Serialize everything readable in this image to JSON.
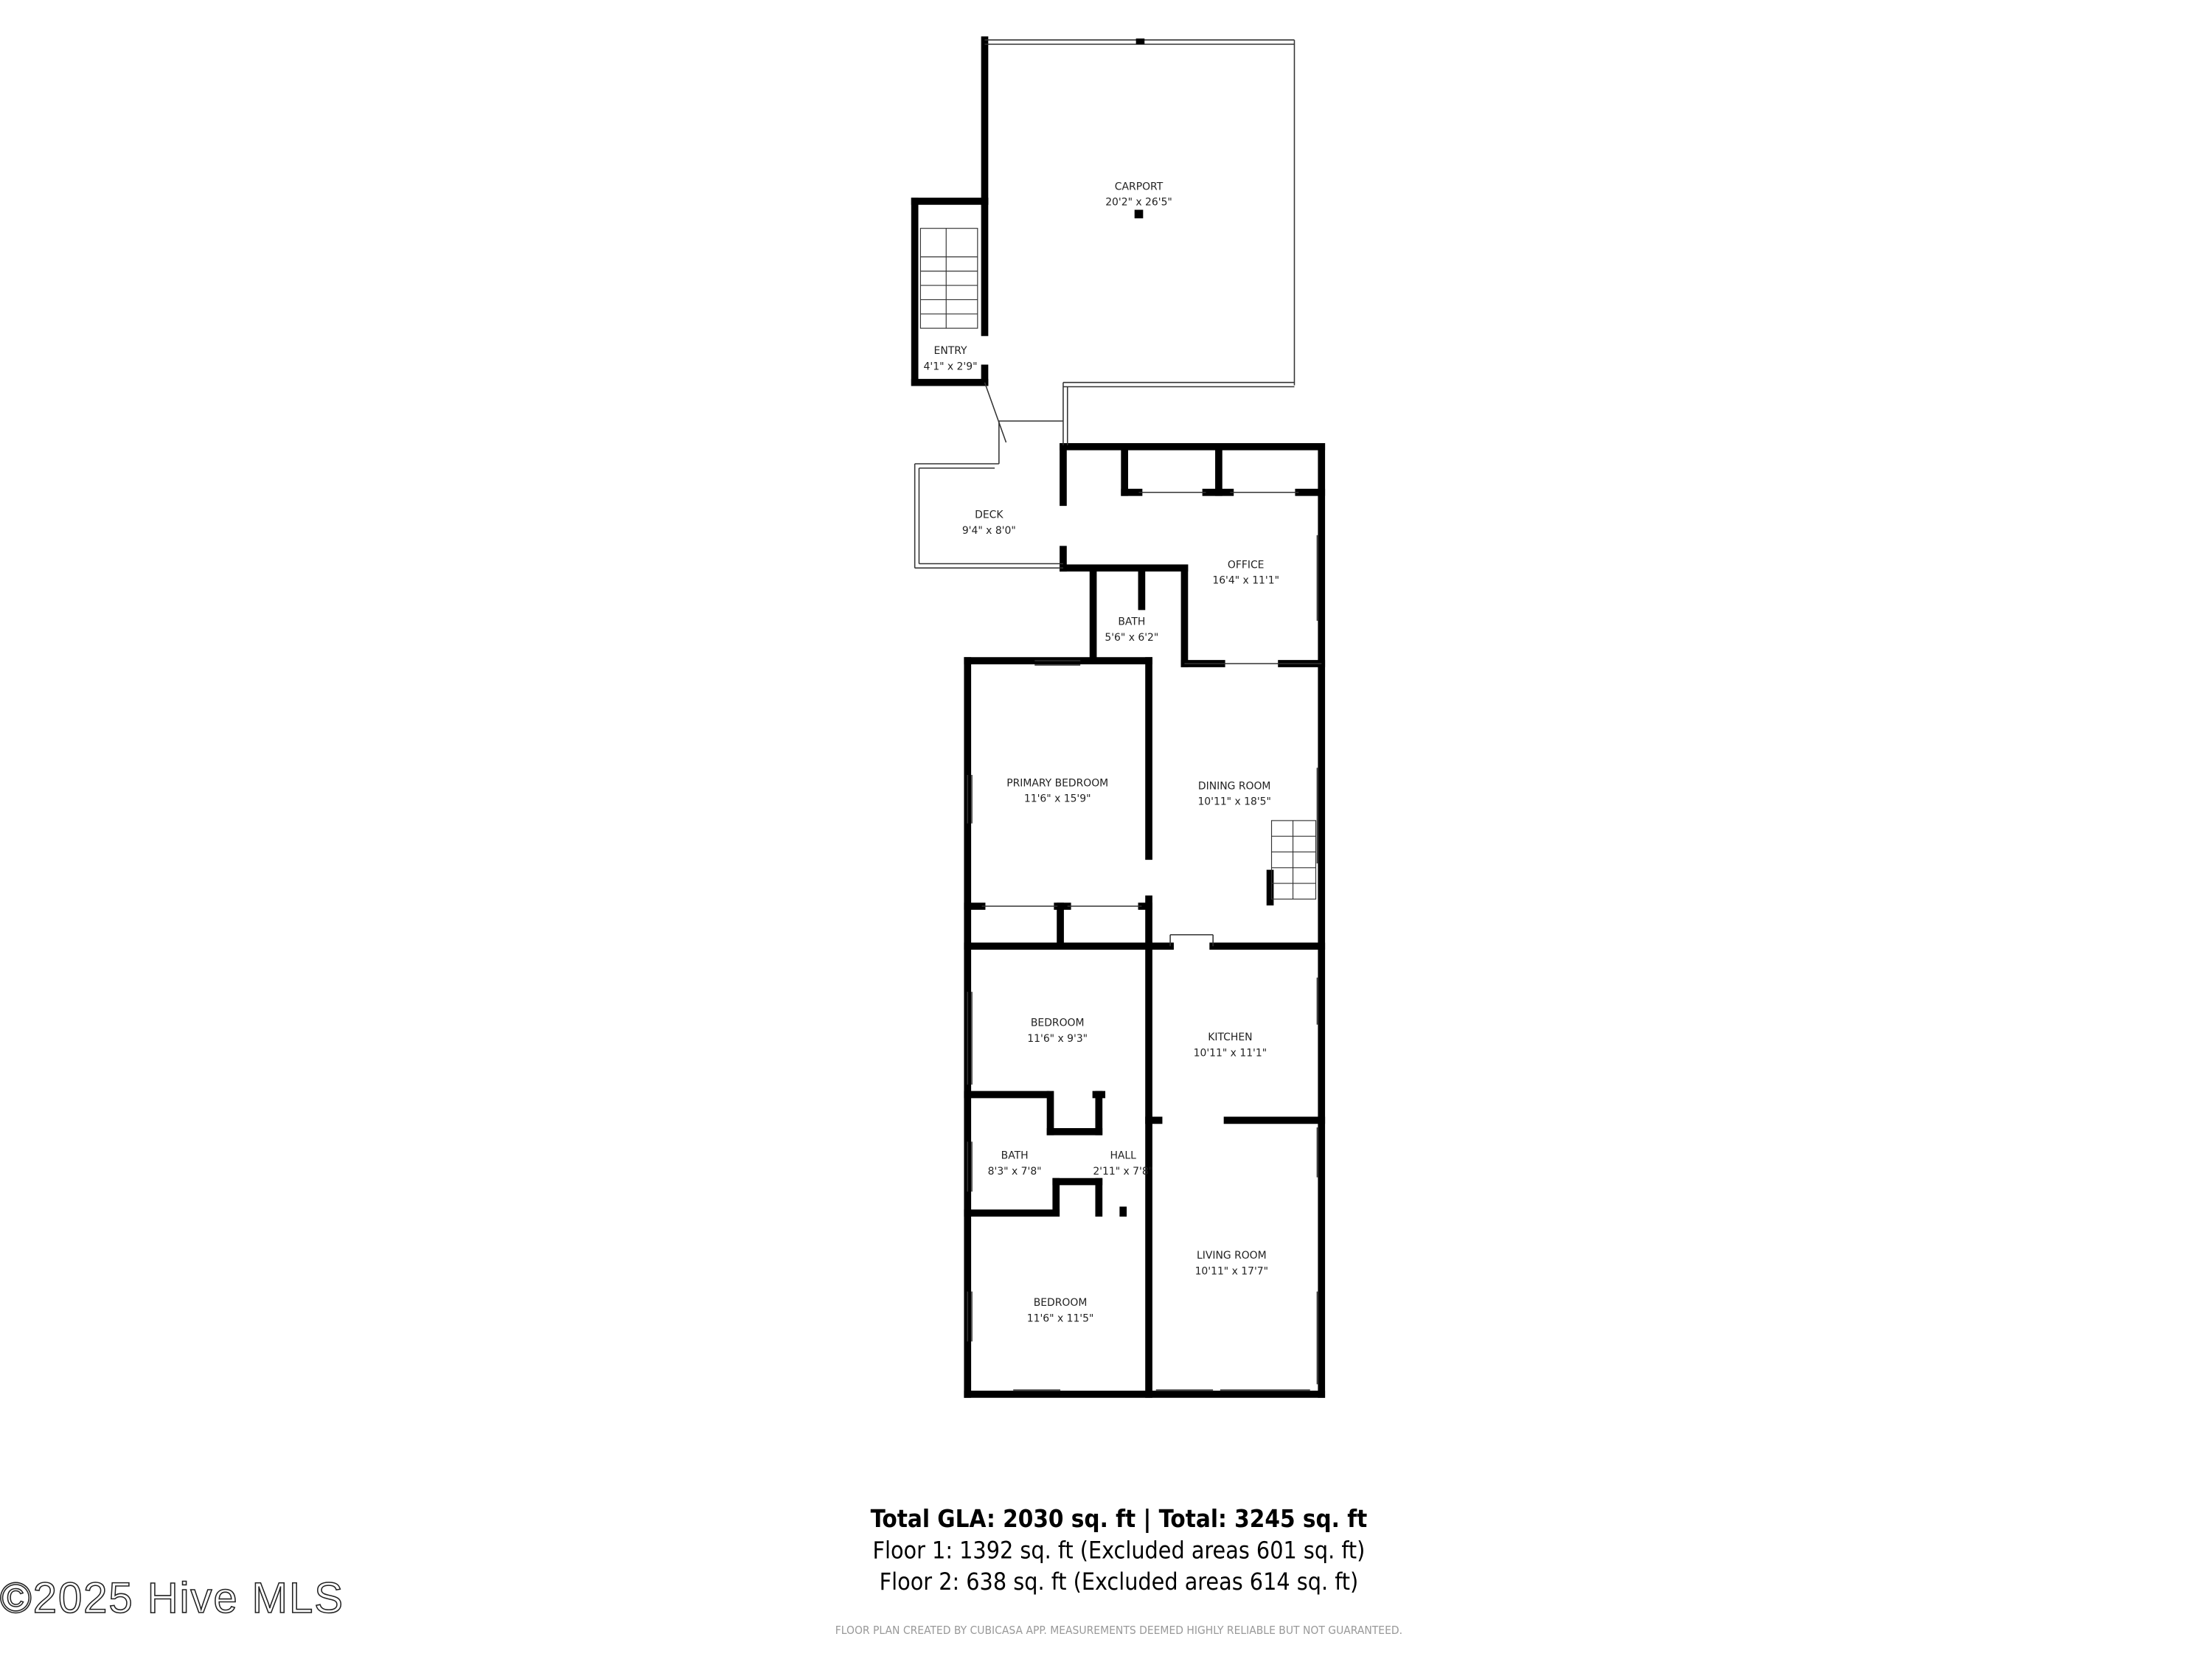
{
  "floor_plan": {
    "rooms": [
      {
        "name": "CARPORT",
        "size": "20'2\" x 26'5\""
      },
      {
        "name": "ENTRY",
        "size": "4'1\" x 2'9\""
      },
      {
        "name": "DECK",
        "size": "9'4\" x 8'0\""
      },
      {
        "name": "OFFICE",
        "size": "16'4\" x 11'1\""
      },
      {
        "name": "BATH",
        "size": "5'6\" x 6'2\""
      },
      {
        "name": "PRIMARY BEDROOM",
        "size": "11'6\" x 15'9\""
      },
      {
        "name": "DINING ROOM",
        "size": "10'11\" x 18'5\""
      },
      {
        "name": "BEDROOM",
        "size": "11'6\" x 9'3\""
      },
      {
        "name": "KITCHEN",
        "size": "10'11\" x 11'1\""
      },
      {
        "name": "BATH",
        "size": "8'3\" x 7'8\""
      },
      {
        "name": "HALL",
        "size": "2'11\" x 7'8\""
      },
      {
        "name": "BEDROOM",
        "size": "11'6\" x 11'5\""
      },
      {
        "name": "LIVING ROOM",
        "size": "10'11\" x 17'7\""
      }
    ],
    "wall_color": "#000000"
  },
  "summary": {
    "total": "Total GLA: 2030 sq. ft | Total: 3245 sq. ft",
    "floor1": "Floor 1: 1392 sq. ft (Excluded areas 601 sq. ft)",
    "floor2": "Floor 2: 638 sq. ft (Excluded areas 614 sq. ft)",
    "disclaimer": "FLOOR PLAN CREATED BY CUBICASA APP. MEASUREMENTS DEEMED HIGHLY RELIABLE BUT NOT GUARANTEED."
  },
  "watermark": "©2025 Hive MLS"
}
